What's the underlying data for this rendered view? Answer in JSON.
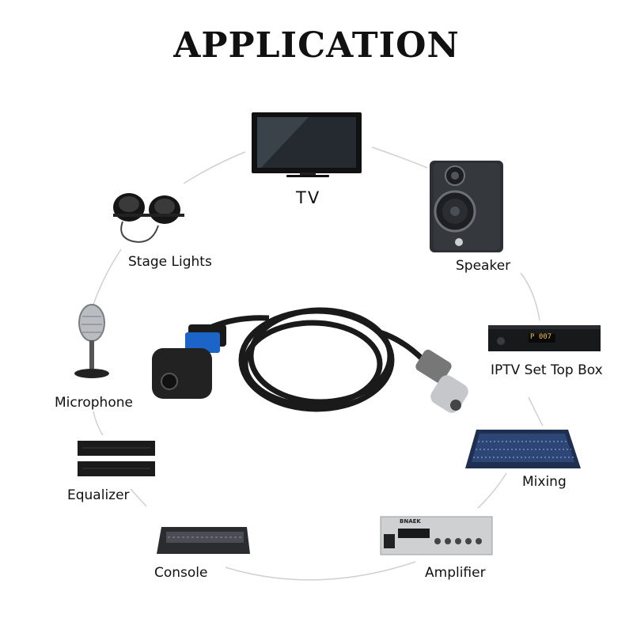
{
  "title": "APPLICATION",
  "devices": {
    "tv": {
      "label": "TV",
      "icon": "television-icon"
    },
    "speaker": {
      "label": "Speaker",
      "icon": "speaker-icon"
    },
    "iptv": {
      "label": "IPTV Set Top Box",
      "display": "P 007",
      "icon": "set-top-box-icon"
    },
    "mixing": {
      "label": "Mixing",
      "icon": "mixing-console-icon"
    },
    "amplifier": {
      "label": "Amplifier",
      "brand": "BNAEK",
      "icon": "amplifier-icon"
    },
    "console": {
      "label": "Console",
      "icon": "console-icon"
    },
    "equalizer": {
      "label": "Equalizer",
      "icon": "equalizer-icon"
    },
    "microphone": {
      "label": "Microphone",
      "icon": "microphone-icon"
    },
    "stage_lights": {
      "label": "Stage Lights",
      "icon": "stage-lights-icon"
    }
  },
  "center": {
    "icon": "speakon-to-xlr-cable-icon"
  },
  "colors": {
    "connector_accent": "#1d64c8",
    "cable": "#1a1a1a",
    "ring": "#d0d0d0"
  }
}
